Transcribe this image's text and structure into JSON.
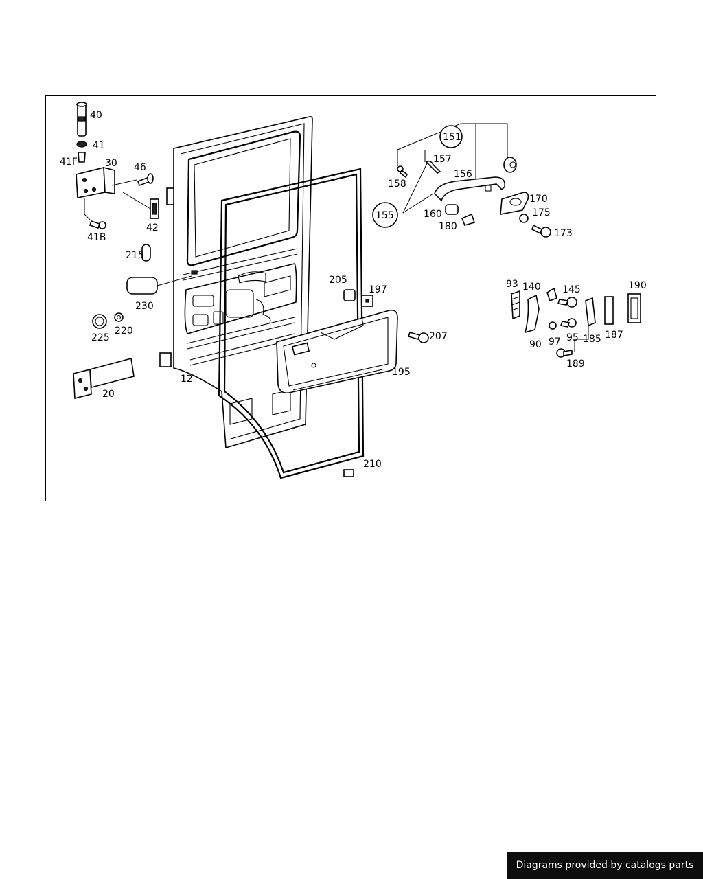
{
  "diagram": {
    "callouts": [
      {
        "id": "lbl-40",
        "text": "40"
      },
      {
        "id": "lbl-41",
        "text": "41"
      },
      {
        "id": "lbl-41f",
        "text": "41F"
      },
      {
        "id": "lbl-30",
        "text": "30"
      },
      {
        "id": "lbl-46",
        "text": "46"
      },
      {
        "id": "lbl-42",
        "text": "42"
      },
      {
        "id": "lbl-41b",
        "text": "41B"
      },
      {
        "id": "lbl-215",
        "text": "215"
      },
      {
        "id": "lbl-230",
        "text": "230"
      },
      {
        "id": "lbl-225",
        "text": "225"
      },
      {
        "id": "lbl-220",
        "text": "220"
      },
      {
        "id": "lbl-20",
        "text": "20"
      },
      {
        "id": "lbl-12",
        "text": "12"
      },
      {
        "id": "lbl-151",
        "text": "151"
      },
      {
        "id": "lbl-157",
        "text": "157"
      },
      {
        "id": "lbl-158",
        "text": "158"
      },
      {
        "id": "lbl-156",
        "text": "156"
      },
      {
        "id": "lbl-155",
        "text": "155"
      },
      {
        "id": "lbl-160",
        "text": "160"
      },
      {
        "id": "lbl-180",
        "text": "180"
      },
      {
        "id": "lbl-170",
        "text": "170"
      },
      {
        "id": "lbl-175",
        "text": "175"
      },
      {
        "id": "lbl-173",
        "text": "173"
      },
      {
        "id": "lbl-205",
        "text": "205"
      },
      {
        "id": "lbl-197",
        "text": "197"
      },
      {
        "id": "lbl-207",
        "text": "207"
      },
      {
        "id": "lbl-195",
        "text": "195"
      },
      {
        "id": "lbl-210",
        "text": "210"
      },
      {
        "id": "lbl-93",
        "text": "93"
      },
      {
        "id": "lbl-140",
        "text": "140"
      },
      {
        "id": "lbl-145",
        "text": "145"
      },
      {
        "id": "lbl-190",
        "text": "190"
      },
      {
        "id": "lbl-90",
        "text": "90"
      },
      {
        "id": "lbl-97",
        "text": "97"
      },
      {
        "id": "lbl-95",
        "text": "95"
      },
      {
        "id": "lbl-185",
        "text": "185"
      },
      {
        "id": "lbl-187",
        "text": "187"
      },
      {
        "id": "lbl-189",
        "text": "189"
      }
    ]
  },
  "footer": {
    "credit": "Diagrams provided by catalogs parts"
  }
}
